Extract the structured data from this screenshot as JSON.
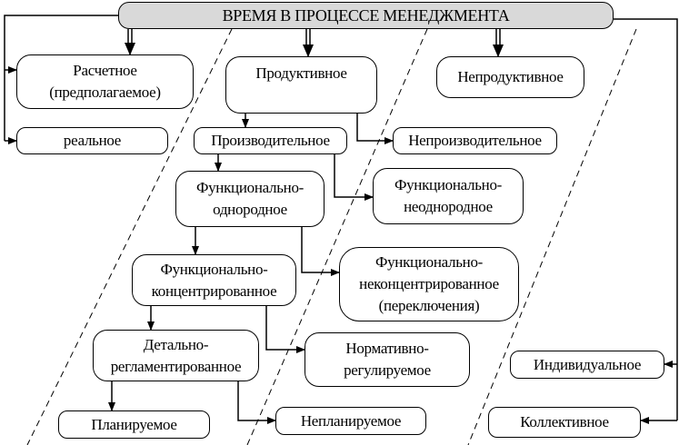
{
  "title": "ВРЕМЯ В ПРОЦЕССЕ МЕНЕДЖМЕНТА",
  "nodes": {
    "raschetnoe": [
      "Расчетное",
      "(предполагаемое)"
    ],
    "realnoe": "реальное",
    "produktivnoe": "Продуктивное",
    "neproduktivnoe": "Непродуктивное",
    "proizvoditelnoe": "Производительное",
    "neproizvoditelnoe": "Непроизводительное",
    "func_odnorodnoe": [
      "Функционально-",
      "однородное"
    ],
    "func_neodnorodnoe": [
      "Функционально-",
      "неоднородное"
    ],
    "func_koncentr": [
      "Функционально-",
      "концентрированное"
    ],
    "func_nekoncentr": [
      "Функционально-",
      "неконцентрированное",
      "(переключения)"
    ],
    "detalno": [
      "Детально-",
      "регламентированное"
    ],
    "normativno": [
      "Нормативно-",
      "регулируемое"
    ],
    "planiruemoe": "Планируемое",
    "neplaniruemoe": "Непланируемое",
    "individualnoe": "Индивидуальное",
    "kollektivnoe": "Коллективное"
  }
}
